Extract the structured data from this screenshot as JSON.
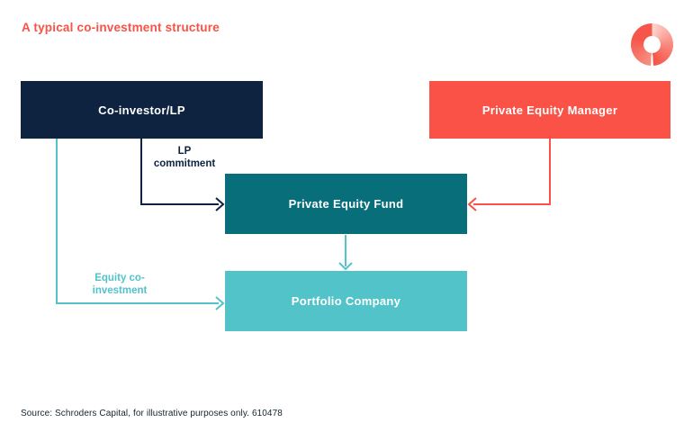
{
  "page": {
    "title": "A typical co-investment structure",
    "source": "Source: Schroders Capital, for illustrative purposes only. 610478"
  },
  "colors": {
    "navy": "#0d2340",
    "coral": "#fa5246",
    "teal_dark": "#086e79",
    "teal_light": "#53c3ca",
    "logo_red": "#f6564a",
    "text_dark": "#13242e"
  },
  "diagram": {
    "nodes": [
      {
        "id": "co-investor",
        "label": "Co-investor/LP",
        "color": "#0d2340"
      },
      {
        "id": "pe-manager",
        "label": "Private Equity Manager",
        "color": "#fa5246"
      },
      {
        "id": "pe-fund",
        "label": "Private Equity Fund",
        "color": "#086e79"
      },
      {
        "id": "portfolio-company",
        "label": "Portfolio Company",
        "color": "#53c3ca"
      }
    ],
    "edges": [
      {
        "from": "co-investor",
        "to": "pe-fund",
        "label": "LP commitment",
        "color": "#0d2340"
      },
      {
        "from": "co-investor",
        "to": "portfolio-company",
        "label": "Equity co-investment",
        "color": "#53c3ca"
      },
      {
        "from": "pe-manager",
        "to": "pe-fund",
        "label": "",
        "color": "#fa5246"
      },
      {
        "from": "pe-fund",
        "to": "portfolio-company",
        "label": "",
        "color": "#53c3ca"
      }
    ]
  },
  "logo": {
    "name": "Schroders Capital ring logo"
  }
}
